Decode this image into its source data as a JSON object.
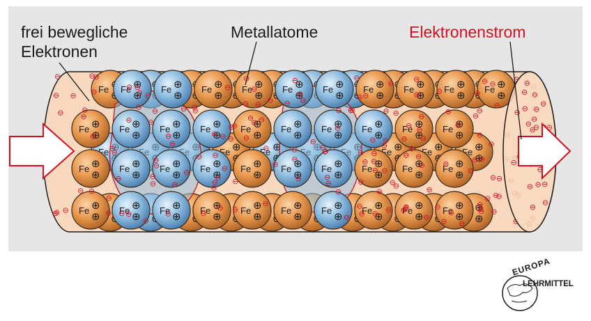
{
  "labels": {
    "free_electrons_line1": "frei bewegliche",
    "free_electrons_line2": "Elektronen",
    "metal_atoms": "Metallatome",
    "electron_current": "Elektronenstrom"
  },
  "atom": {
    "symbol": "Fe",
    "charge_symbol": "⊕",
    "electron_symbol": "⊖"
  },
  "logo": {
    "line1": "EUROPA",
    "line2": "LEHRMITTEL"
  },
  "colors": {
    "atom_orange": "#e9994f",
    "atom_highlight_blue": "#8fbde0",
    "conductor_fill": "#f8d9c0",
    "electron_red": "#d01020",
    "label_red": "#d01020",
    "background_panel": "#e6e6e6"
  }
}
